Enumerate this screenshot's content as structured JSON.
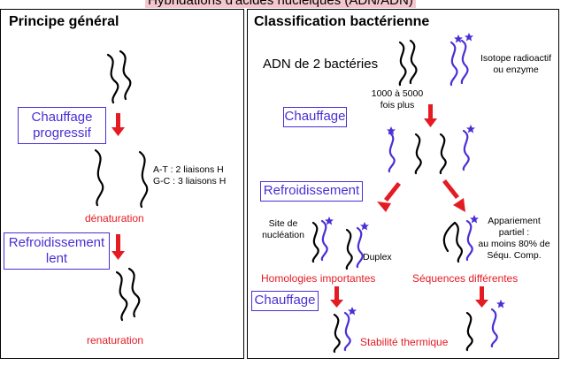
{
  "title": "Hybridations d'acides nucléiques (ADN/ADN)",
  "left_panel": {
    "heading": "Principe général",
    "heat_label_1": "Chauffage",
    "heat_label_2": "progressif",
    "bonds_1": "A-T : 2 liaisons H",
    "bonds_2": "G-C : 3 liaisons H",
    "denaturation": "dénaturation",
    "cool_label_1": "Refroidissement",
    "cool_label_2": "lent",
    "renaturation": "renaturation"
  },
  "right_panel": {
    "heading": "Classification bactérienne",
    "dna_label": "ADN de 2 bactéries",
    "isotope_1": "Isotope radioactif",
    "isotope_2": "ou enzyme",
    "ratio_1": "1000 à 5000",
    "ratio_2": "fois plus",
    "heat_label": "Chauffage",
    "cool_label": "Refroidissement",
    "nucleation_1": "Site de",
    "nucleation_2": "nucléation",
    "duplex": "Duplex",
    "pairing_1": "Appariement",
    "pairing_2": "partiel :",
    "pairing_3": "au moins 80% de",
    "pairing_4": "Séqu. Comp.",
    "homologies": "Homologies importantes",
    "sequences": "Séquences différentes",
    "heat_label_2": "Chauffage",
    "stability": "Stabilité thermique"
  },
  "colors": {
    "accent_blue": "#4a2fd6",
    "arrow_red": "#e41b23",
    "label_red": "#e41b23",
    "title_bg": "#f4c7cf"
  },
  "icons": [
    "dna-strand",
    "star-marker",
    "down-arrow"
  ]
}
